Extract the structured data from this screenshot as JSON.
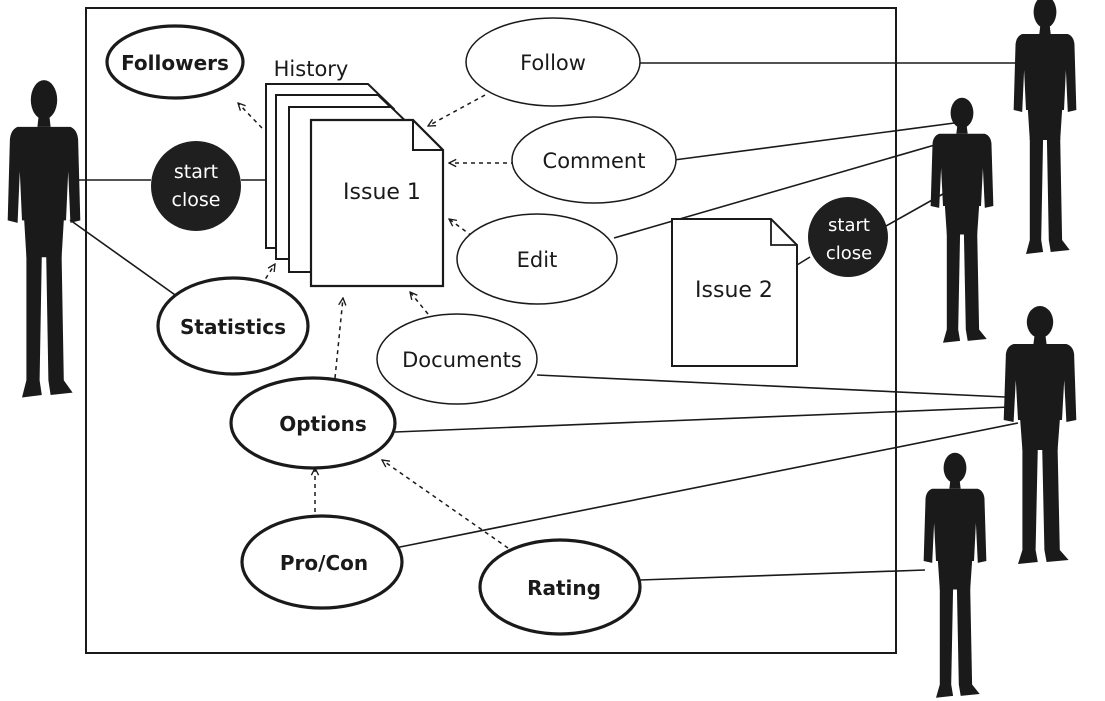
{
  "diagram": {
    "history_label": "History",
    "issue1_label": "Issue 1",
    "issue2_label": "Issue 2",
    "usecases": {
      "followers": "Followers",
      "follow": "Follow",
      "comment": "Comment",
      "edit": "Edit",
      "documents": "Documents",
      "statistics": "Statistics",
      "options": "Options",
      "procon": "Pro/Con",
      "rating": "Rating"
    },
    "badge_left": {
      "line1": "start",
      "line2": "close"
    },
    "badge_right": {
      "line1": "start",
      "line2": "close"
    }
  }
}
